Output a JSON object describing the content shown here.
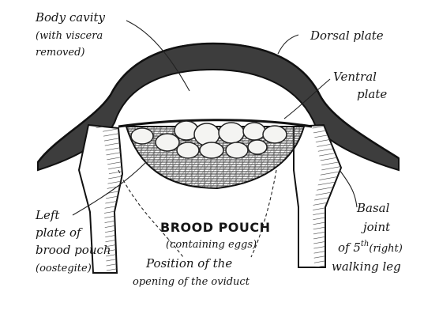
{
  "figure": {
    "labels": {
      "body_cavity_1": "Body cavity",
      "body_cavity_2": "(with viscera",
      "body_cavity_3": "removed)",
      "dorsal_plate": "Dorsal plate",
      "ventral_plate_1": "Ventral",
      "ventral_plate_2": "plate",
      "left_plate_1": "Left",
      "left_plate_2": "plate of",
      "left_plate_3": "brood pouch",
      "left_plate_4": "(oostegite)",
      "brood_pouch": "BROOD POUCH",
      "brood_pouch_sub": "(containing eggs)",
      "oviduct_1": "Position of the",
      "oviduct_2": "opening of the oviduct",
      "basal_joint_1": "Basal",
      "basal_joint_2": "joint",
      "basal_joint_3a": "of 5",
      "basal_joint_3sup": "th",
      "basal_joint_3b": "(right)",
      "basal_joint_4": "walking leg"
    },
    "colors": {
      "ink": "#161616",
      "paper": "#ffffff",
      "shade": "#4a4a4a",
      "egg": "#f4f4f2"
    }
  }
}
